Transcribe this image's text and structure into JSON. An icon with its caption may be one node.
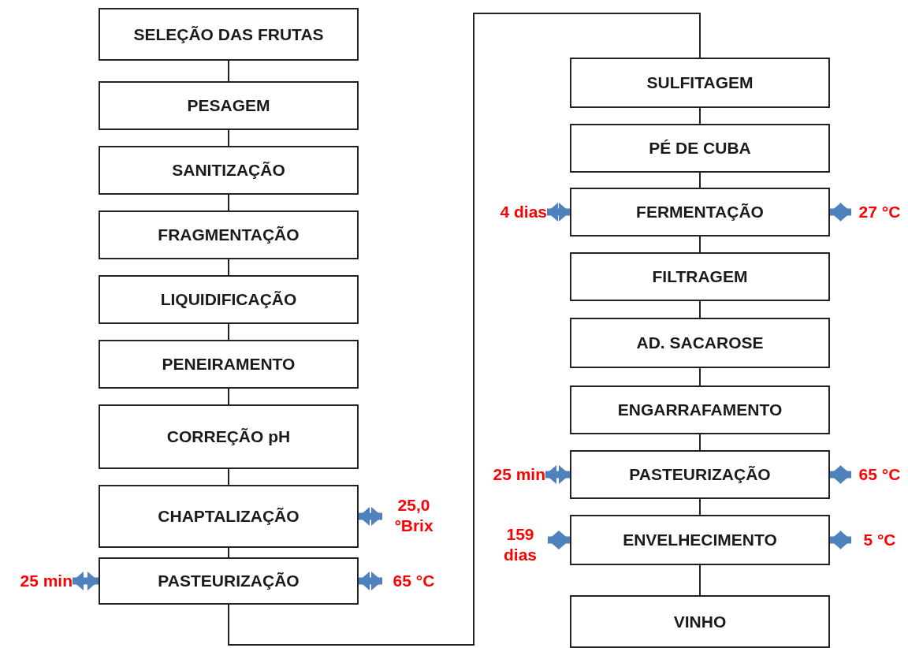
{
  "diagram": {
    "nodes": [
      {
        "text": [
          "SELEÇÃO DAS FRUTAS"
        ]
      },
      {
        "text": [
          "PESAGEM"
        ]
      },
      {
        "text": [
          "SANITIZAÇÃO"
        ]
      },
      {
        "text": [
          "FRAGMENTAÇÃO"
        ]
      },
      {
        "text": [
          "LIQUIDIFICAÇÃO"
        ]
      },
      {
        "text": [
          "PENEIRAMENTO"
        ]
      },
      {
        "text": [
          "CORREÇÃO pH"
        ]
      },
      {
        "text": [
          "CHAPTALIZAÇÃO"
        ]
      },
      {
        "text": [
          "25,0 °Brix"
        ]
      },
      {
        "text": [
          "25 min"
        ]
      },
      {
        "text": [
          "PASTEURIZAÇÃO"
        ]
      },
      {
        "text": [
          "65 °C"
        ]
      },
      {
        "text": [
          "SULFITAGEM"
        ]
      },
      {
        "text": [
          "PÉ DE CUBA"
        ]
      },
      {
        "text": [
          "4 dias"
        ]
      },
      {
        "text": [
          "FERMENTAÇÃO"
        ]
      },
      {
        "text": [
          "27 °C"
        ]
      },
      {
        "text": [
          "FILTRAGEM"
        ]
      },
      {
        "text": [
          "AD. SACAROSE"
        ]
      },
      {
        "text": [
          "ENGARRAFAMENTO"
        ]
      },
      {
        "text": [
          "25 min"
        ]
      },
      {
        "text": [
          "PASTEURIZAÇÃO"
        ]
      },
      {
        "text": [
          "65 °C"
        ]
      },
      {
        "text": [
          "159 dias"
        ]
      },
      {
        "text": [
          "ENVELHECIMENTO"
        ]
      },
      {
        "text": [
          "5 °C"
        ]
      },
      {
        "text": [
          "VINHO"
        ]
      }
    ],
    "edges": [
      {
        "from": 0,
        "to": 1,
        "arrow": "none"
      },
      {
        "from": 1,
        "to": 2,
        "arrow": "none"
      },
      {
        "from": 2,
        "to": 3,
        "arrow": "none"
      },
      {
        "from": 3,
        "to": 4,
        "arrow": "none"
      },
      {
        "from": 4,
        "to": 5,
        "arrow": "none"
      },
      {
        "from": 5,
        "to": 6,
        "arrow": "none"
      },
      {
        "from": 6,
        "to": 7,
        "arrow": "none"
      },
      {
        "from": 7,
        "to": 10,
        "arrow": "none"
      },
      {
        "from": 10,
        "to": 12,
        "arrow": "none"
      },
      {
        "from": 12,
        "to": 13,
        "arrow": "none"
      },
      {
        "from": 13,
        "to": 15,
        "arrow": "none"
      },
      {
        "from": 15,
        "to": 17,
        "arrow": "none"
      },
      {
        "from": 17,
        "to": 18,
        "arrow": "none"
      },
      {
        "from": 18,
        "to": 19,
        "arrow": "none"
      },
      {
        "from": 19,
        "to": 21,
        "arrow": "none"
      },
      {
        "from": 21,
        "to": 24,
        "arrow": "none"
      },
      {
        "from": 24,
        "to": 26,
        "arrow": "none"
      },
      {
        "from": 7,
        "to": 8,
        "arrow": "both",
        "style": "thick",
        "color": "#4f81bd"
      },
      {
        "from": 10,
        "to": 9,
        "arrow": "both",
        "style": "thick",
        "color": "#4f81bd"
      },
      {
        "from": 10,
        "to": 11,
        "arrow": "both",
        "style": "thick",
        "color": "#4f81bd"
      },
      {
        "from": 15,
        "to": 14,
        "arrow": "both",
        "style": "thick",
        "color": "#4f81bd"
      },
      {
        "from": 15,
        "to": 16,
        "arrow": "both",
        "style": "thick",
        "color": "#4f81bd"
      },
      {
        "from": 21,
        "to": 20,
        "arrow": "both",
        "style": "thick",
        "color": "#4f81bd"
      },
      {
        "from": 21,
        "to": 22,
        "arrow": "both",
        "style": "thick",
        "color": "#4f81bd"
      },
      {
        "from": 24,
        "to": 23,
        "arrow": "both",
        "style": "thick",
        "color": "#4f81bd"
      },
      {
        "from": 24,
        "to": 25,
        "arrow": "both",
        "style": "thick",
        "color": "#4f81bd"
      }
    ]
  }
}
